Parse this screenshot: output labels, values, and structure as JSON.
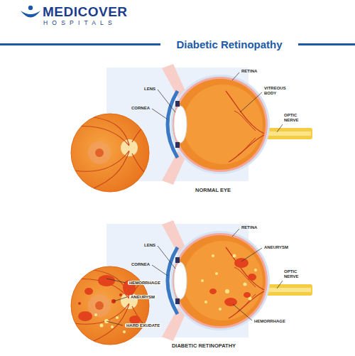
{
  "diagram": {
    "title": "Diabetic Retinopathy",
    "labels": [
      "MEDICOVER",
      "HOSPITALS",
      "LENS",
      "CORNEA",
      "RETINA",
      "VITREOUS BODY",
      "OPTIC NERVE",
      "NORMAL EYE",
      "RETINA",
      "ANEURYSM",
      "LENS",
      "CORNEA",
      "OPTIC NERVE",
      "HEMORRHAGE",
      "HEMORRHAGE",
      "ANEURYSM",
      "HARD EXUDATE",
      "DIABETIC RETINOPATHY"
    ]
  }
}
